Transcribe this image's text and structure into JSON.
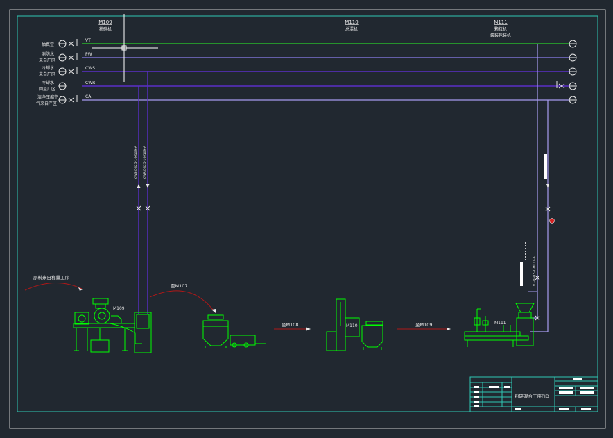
{
  "colors": {
    "background": "#212830",
    "outer_border": "#c8c8c8",
    "frame": "#2fc7b4",
    "equipment": "#00ff00",
    "pipe_green": "#2bd22b",
    "pipe_violet": "#8c7ff0",
    "pipe_deep_purple": "#5a2fc8",
    "pipe_lavender": "#a89cf0",
    "text": "#e8e8e8",
    "arrow_curve": "#b01818",
    "crosshair": "#ffffff"
  },
  "header": {
    "m109_id": "M109",
    "m109_name": "粉碎机",
    "m110_id": "M110",
    "m110_name": "总混机",
    "m111_id": "M111",
    "m111_name_1": "颗粒机",
    "m111_name_2": "袋装包装机"
  },
  "utility_lines": [
    {
      "name": "抽真空",
      "code": "VT",
      "icon": "valve-icon"
    },
    {
      "name_1": "消防水",
      "name_2": "来自厂区",
      "code": "PW",
      "icon": "valve-icon"
    },
    {
      "name_1": "冷却水",
      "name_2": "来自厂区",
      "code": "CWS",
      "icon": "valve-icon"
    },
    {
      "name_1": "冷却水",
      "name_2": "回至厂区",
      "code": "CWR",
      "icon": "valve-icon"
    },
    {
      "name_1": "洁净压缩空",
      "name_2": "气来自产区",
      "code": "CA",
      "icon": "valve-icon"
    }
  ],
  "vertical_pipe_labels": {
    "left": "CWS-DN25-1-M109-A",
    "right": "CWR-DN25-1-M109-A",
    "m111": "VT-DN15-1-M111-A"
  },
  "equipment": {
    "m109_tag": "M109",
    "m110_tag": "M110",
    "m111_tag": "M111"
  },
  "flow_labels": {
    "source": "原料来自称量工序",
    "to_m107": "至M107",
    "to_m108": "至M108",
    "to_m109": "至M109"
  },
  "title_block": {
    "drawing_title": "粉碎混合工序PID"
  }
}
